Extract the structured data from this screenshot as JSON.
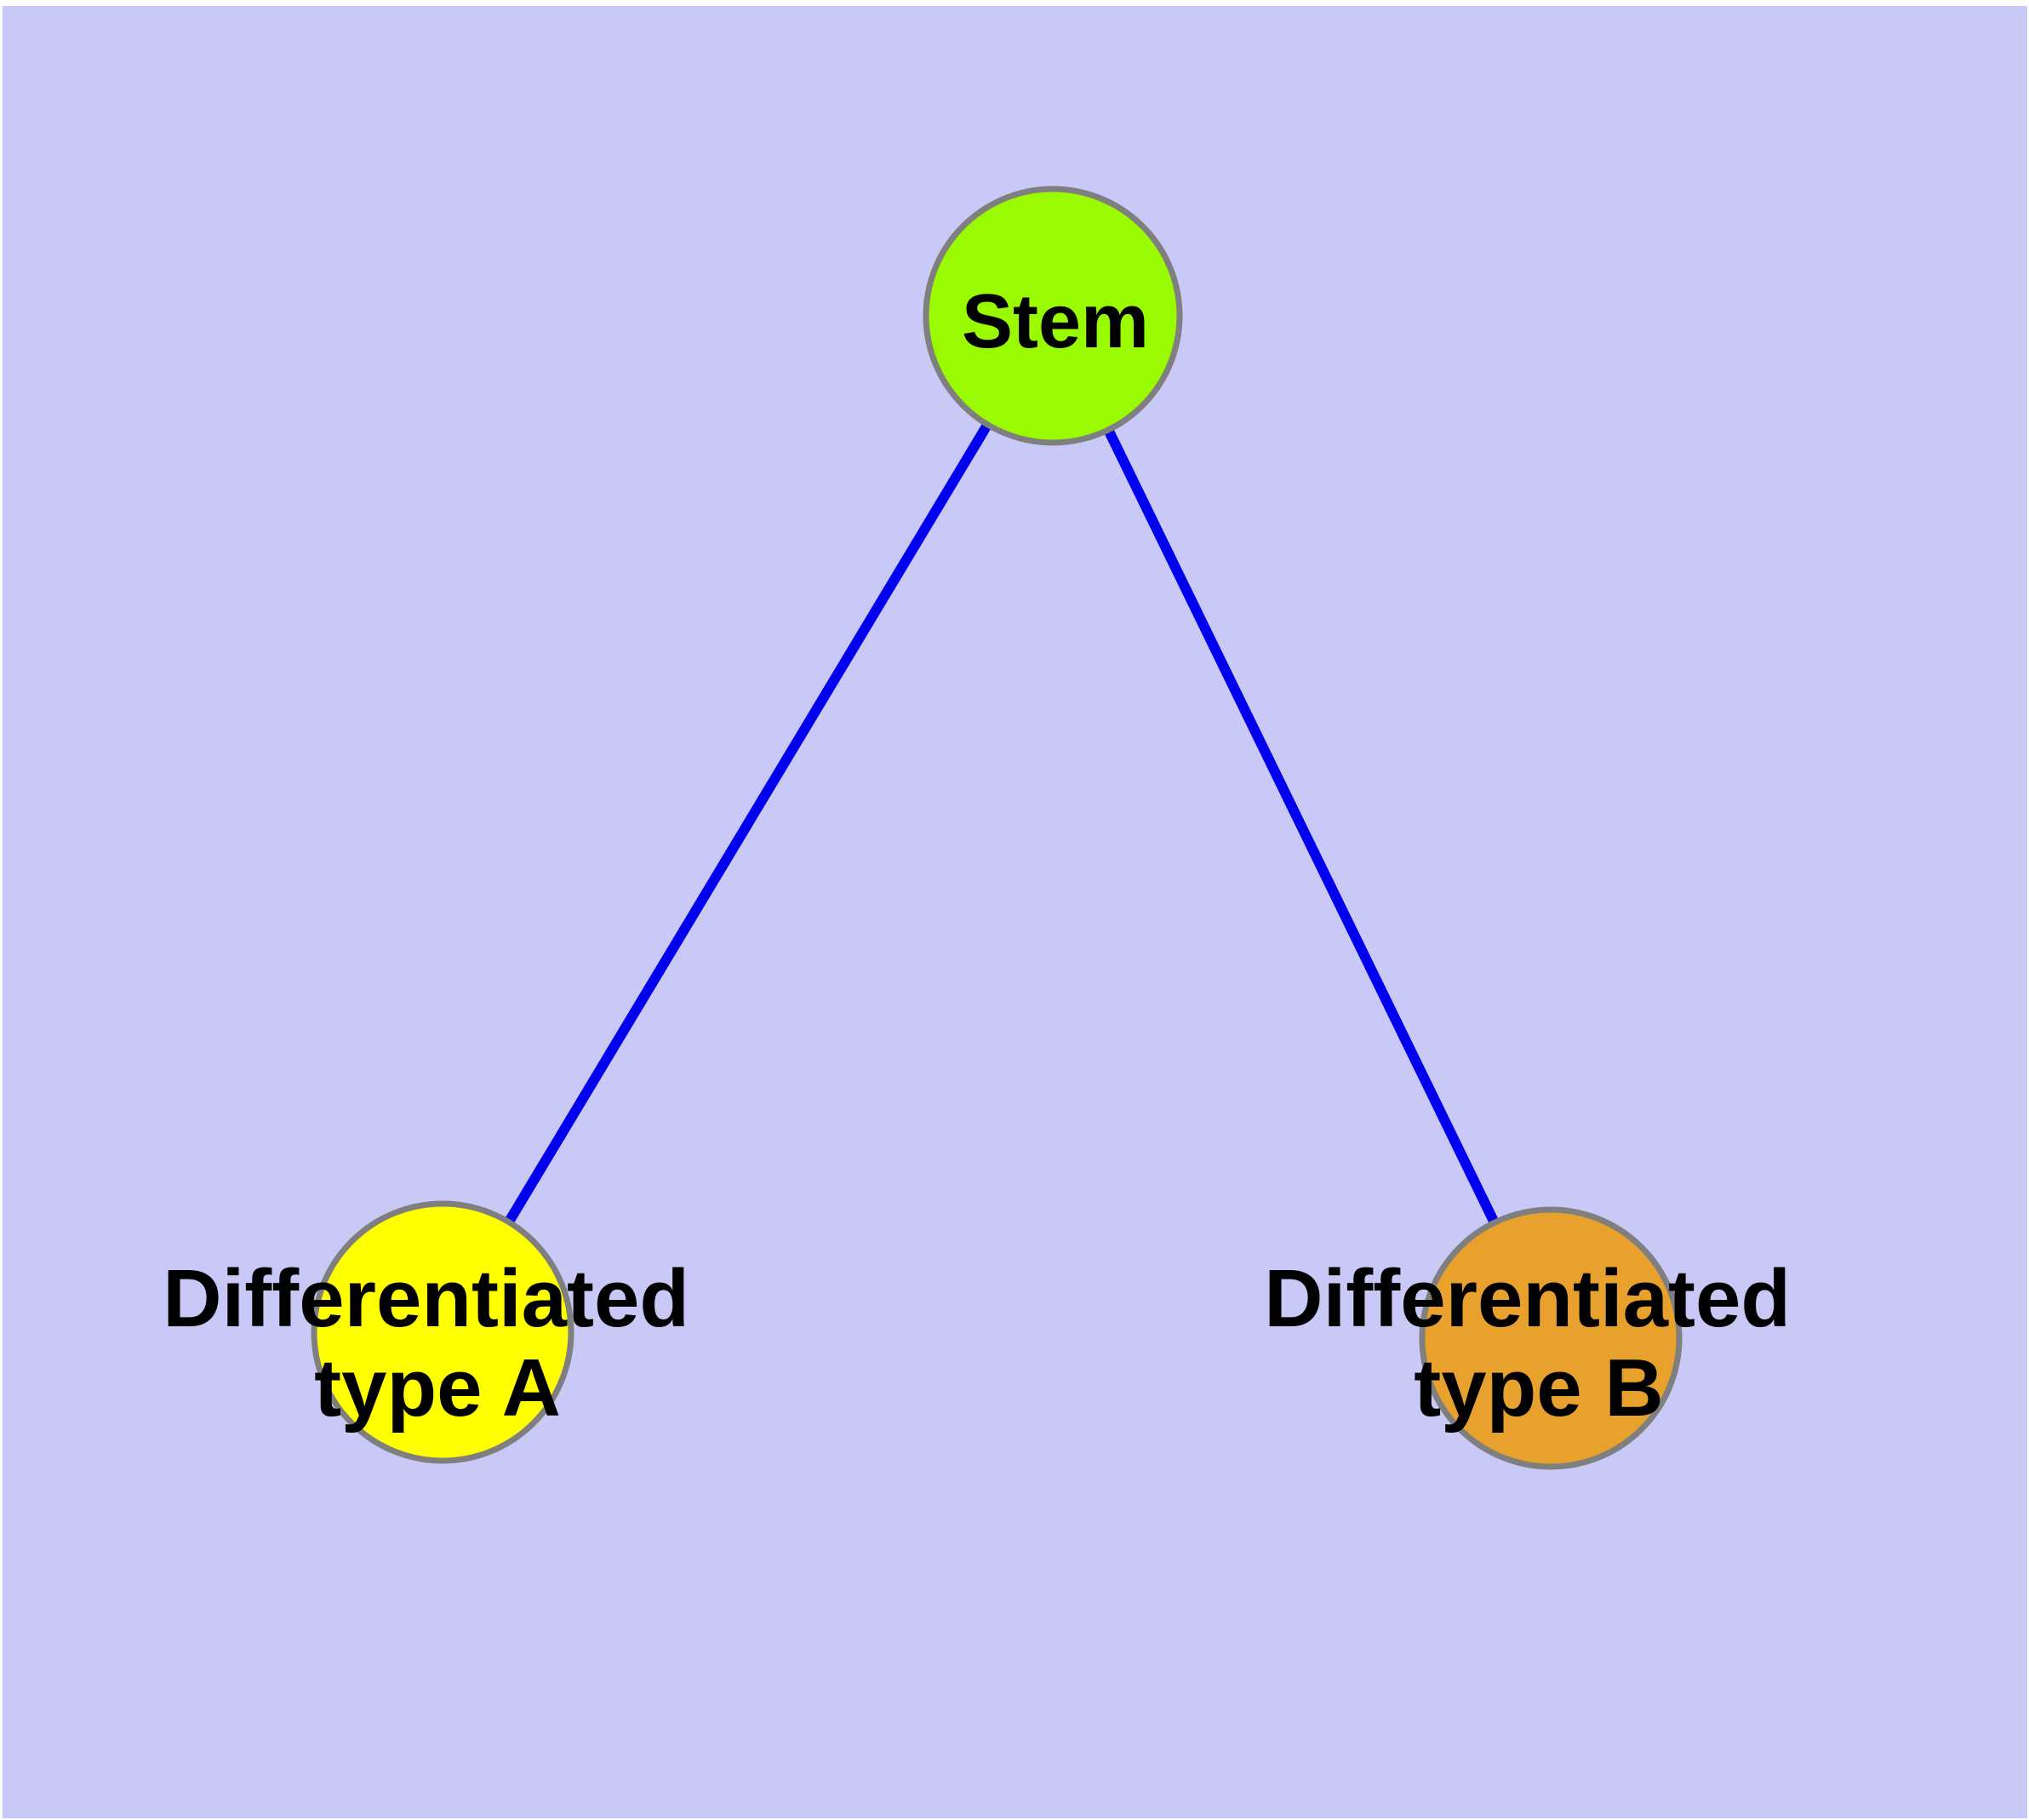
{
  "diagram": {
    "background_color": "#C9C9F7",
    "outer_border_color": "#FFFFFF",
    "edge_color": "#0000EE",
    "node_border_color": "#7F7F7F",
    "label_color": "#000000",
    "nodes": {
      "stem": {
        "label": "Stem",
        "fill": "#9AFA00"
      },
      "type_a": {
        "label_line1": "Differentiated",
        "label_line2": "type A",
        "fill": "#FFFF00"
      },
      "type_b": {
        "label_line1": "Differentiated",
        "label_line2": "type B",
        "fill": "#E8A12C"
      }
    },
    "edges": [
      {
        "from": "Stem",
        "to": "Differentiated type A"
      },
      {
        "from": "Stem",
        "to": "Differentiated type B"
      }
    ]
  }
}
